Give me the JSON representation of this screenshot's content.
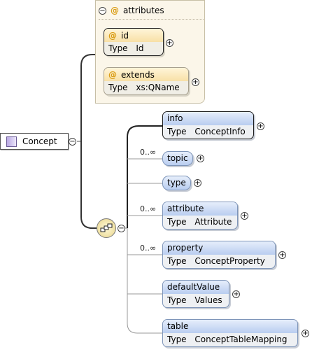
{
  "root": {
    "label": "Concept"
  },
  "attributes_group": {
    "title": "attributes",
    "items": [
      {
        "name": "id",
        "type_keyword": "Type",
        "type": "Id"
      },
      {
        "name": "extends",
        "type_keyword": "Type",
        "type": "xs:QName"
      }
    ]
  },
  "sequence": {
    "elements": [
      {
        "name": "info",
        "type_keyword": "Type",
        "type": "ConceptInfo",
        "occurs": ""
      },
      {
        "name": "topic",
        "occurs": "0..∞"
      },
      {
        "name": "type",
        "occurs": ""
      },
      {
        "name": "attribute",
        "type_keyword": "Type",
        "type": "Attribute",
        "occurs": "0..∞"
      },
      {
        "name": "property",
        "type_keyword": "Type",
        "type": "ConceptProperty",
        "occurs": "0..∞"
      },
      {
        "name": "defaultValue",
        "type_keyword": "Type",
        "type": "Values",
        "occurs": ""
      },
      {
        "name": "table",
        "type_keyword": "Type",
        "type": "ConceptTableMapping",
        "occurs": ""
      }
    ]
  },
  "toggles": {
    "collapse": "−",
    "expand": "+"
  },
  "colors": {
    "element_border": "#7e95b9",
    "attribute_accent": "#d99b12",
    "panel_bg": "#fbf6e9"
  }
}
